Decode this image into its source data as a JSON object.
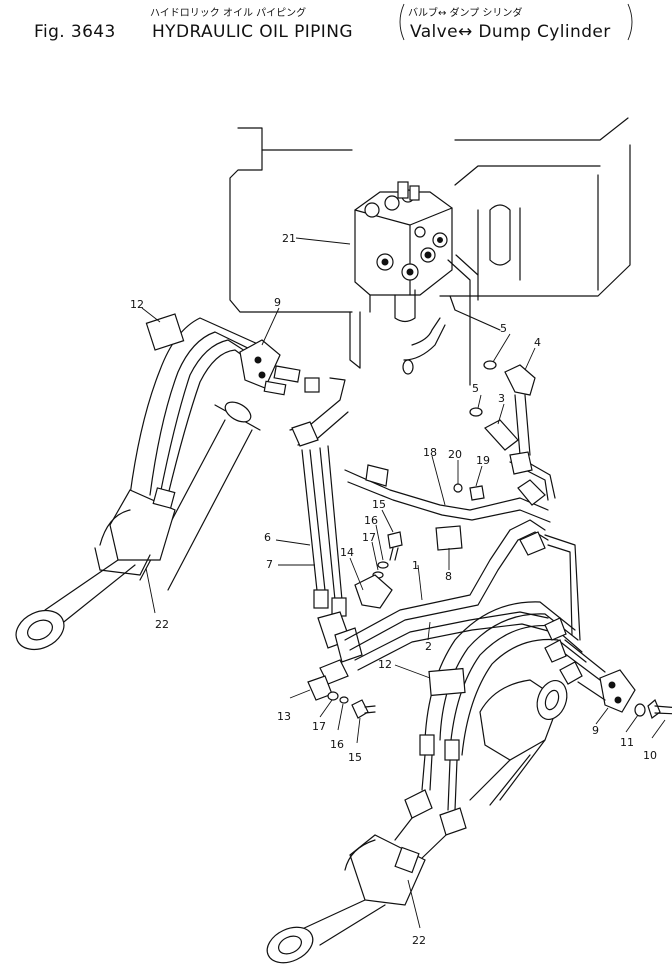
{
  "header": {
    "fig_number": "Fig. 3643",
    "title": "HYDRAULIC OIL PIPING",
    "title_jp": "ハイドロリック オイル パイピング",
    "subtitle": "Valve↔ Dump Cylinder",
    "subtitle_jp": "バルブ↔ ダンプ シリンダ"
  },
  "callouts": [
    {
      "id": "c1",
      "label": "1"
    },
    {
      "id": "c2",
      "label": "2"
    },
    {
      "id": "c3",
      "label": "3"
    },
    {
      "id": "c4",
      "label": "4"
    },
    {
      "id": "c5a",
      "label": "5"
    },
    {
      "id": "c5b",
      "label": "5"
    },
    {
      "id": "c6",
      "label": "6"
    },
    {
      "id": "c7",
      "label": "7"
    },
    {
      "id": "c8",
      "label": "8"
    },
    {
      "id": "c9a",
      "label": "9"
    },
    {
      "id": "c9b",
      "label": "9"
    },
    {
      "id": "c10",
      "label": "10"
    },
    {
      "id": "c11",
      "label": "11"
    },
    {
      "id": "c12a",
      "label": "12"
    },
    {
      "id": "c12b",
      "label": "12"
    },
    {
      "id": "c13",
      "label": "13"
    },
    {
      "id": "c14",
      "label": "14"
    },
    {
      "id": "c15a",
      "label": "15"
    },
    {
      "id": "c15b",
      "label": "15"
    },
    {
      "id": "c16a",
      "label": "16"
    },
    {
      "id": "c16b",
      "label": "16"
    },
    {
      "id": "c17a",
      "label": "17"
    },
    {
      "id": "c17b",
      "label": "17"
    },
    {
      "id": "c18",
      "label": "18"
    },
    {
      "id": "c19",
      "label": "19"
    },
    {
      "id": "c20",
      "label": "20"
    },
    {
      "id": "c21",
      "label": "21"
    },
    {
      "id": "c22a",
      "label": "22"
    },
    {
      "id": "c22b",
      "label": "22"
    }
  ]
}
